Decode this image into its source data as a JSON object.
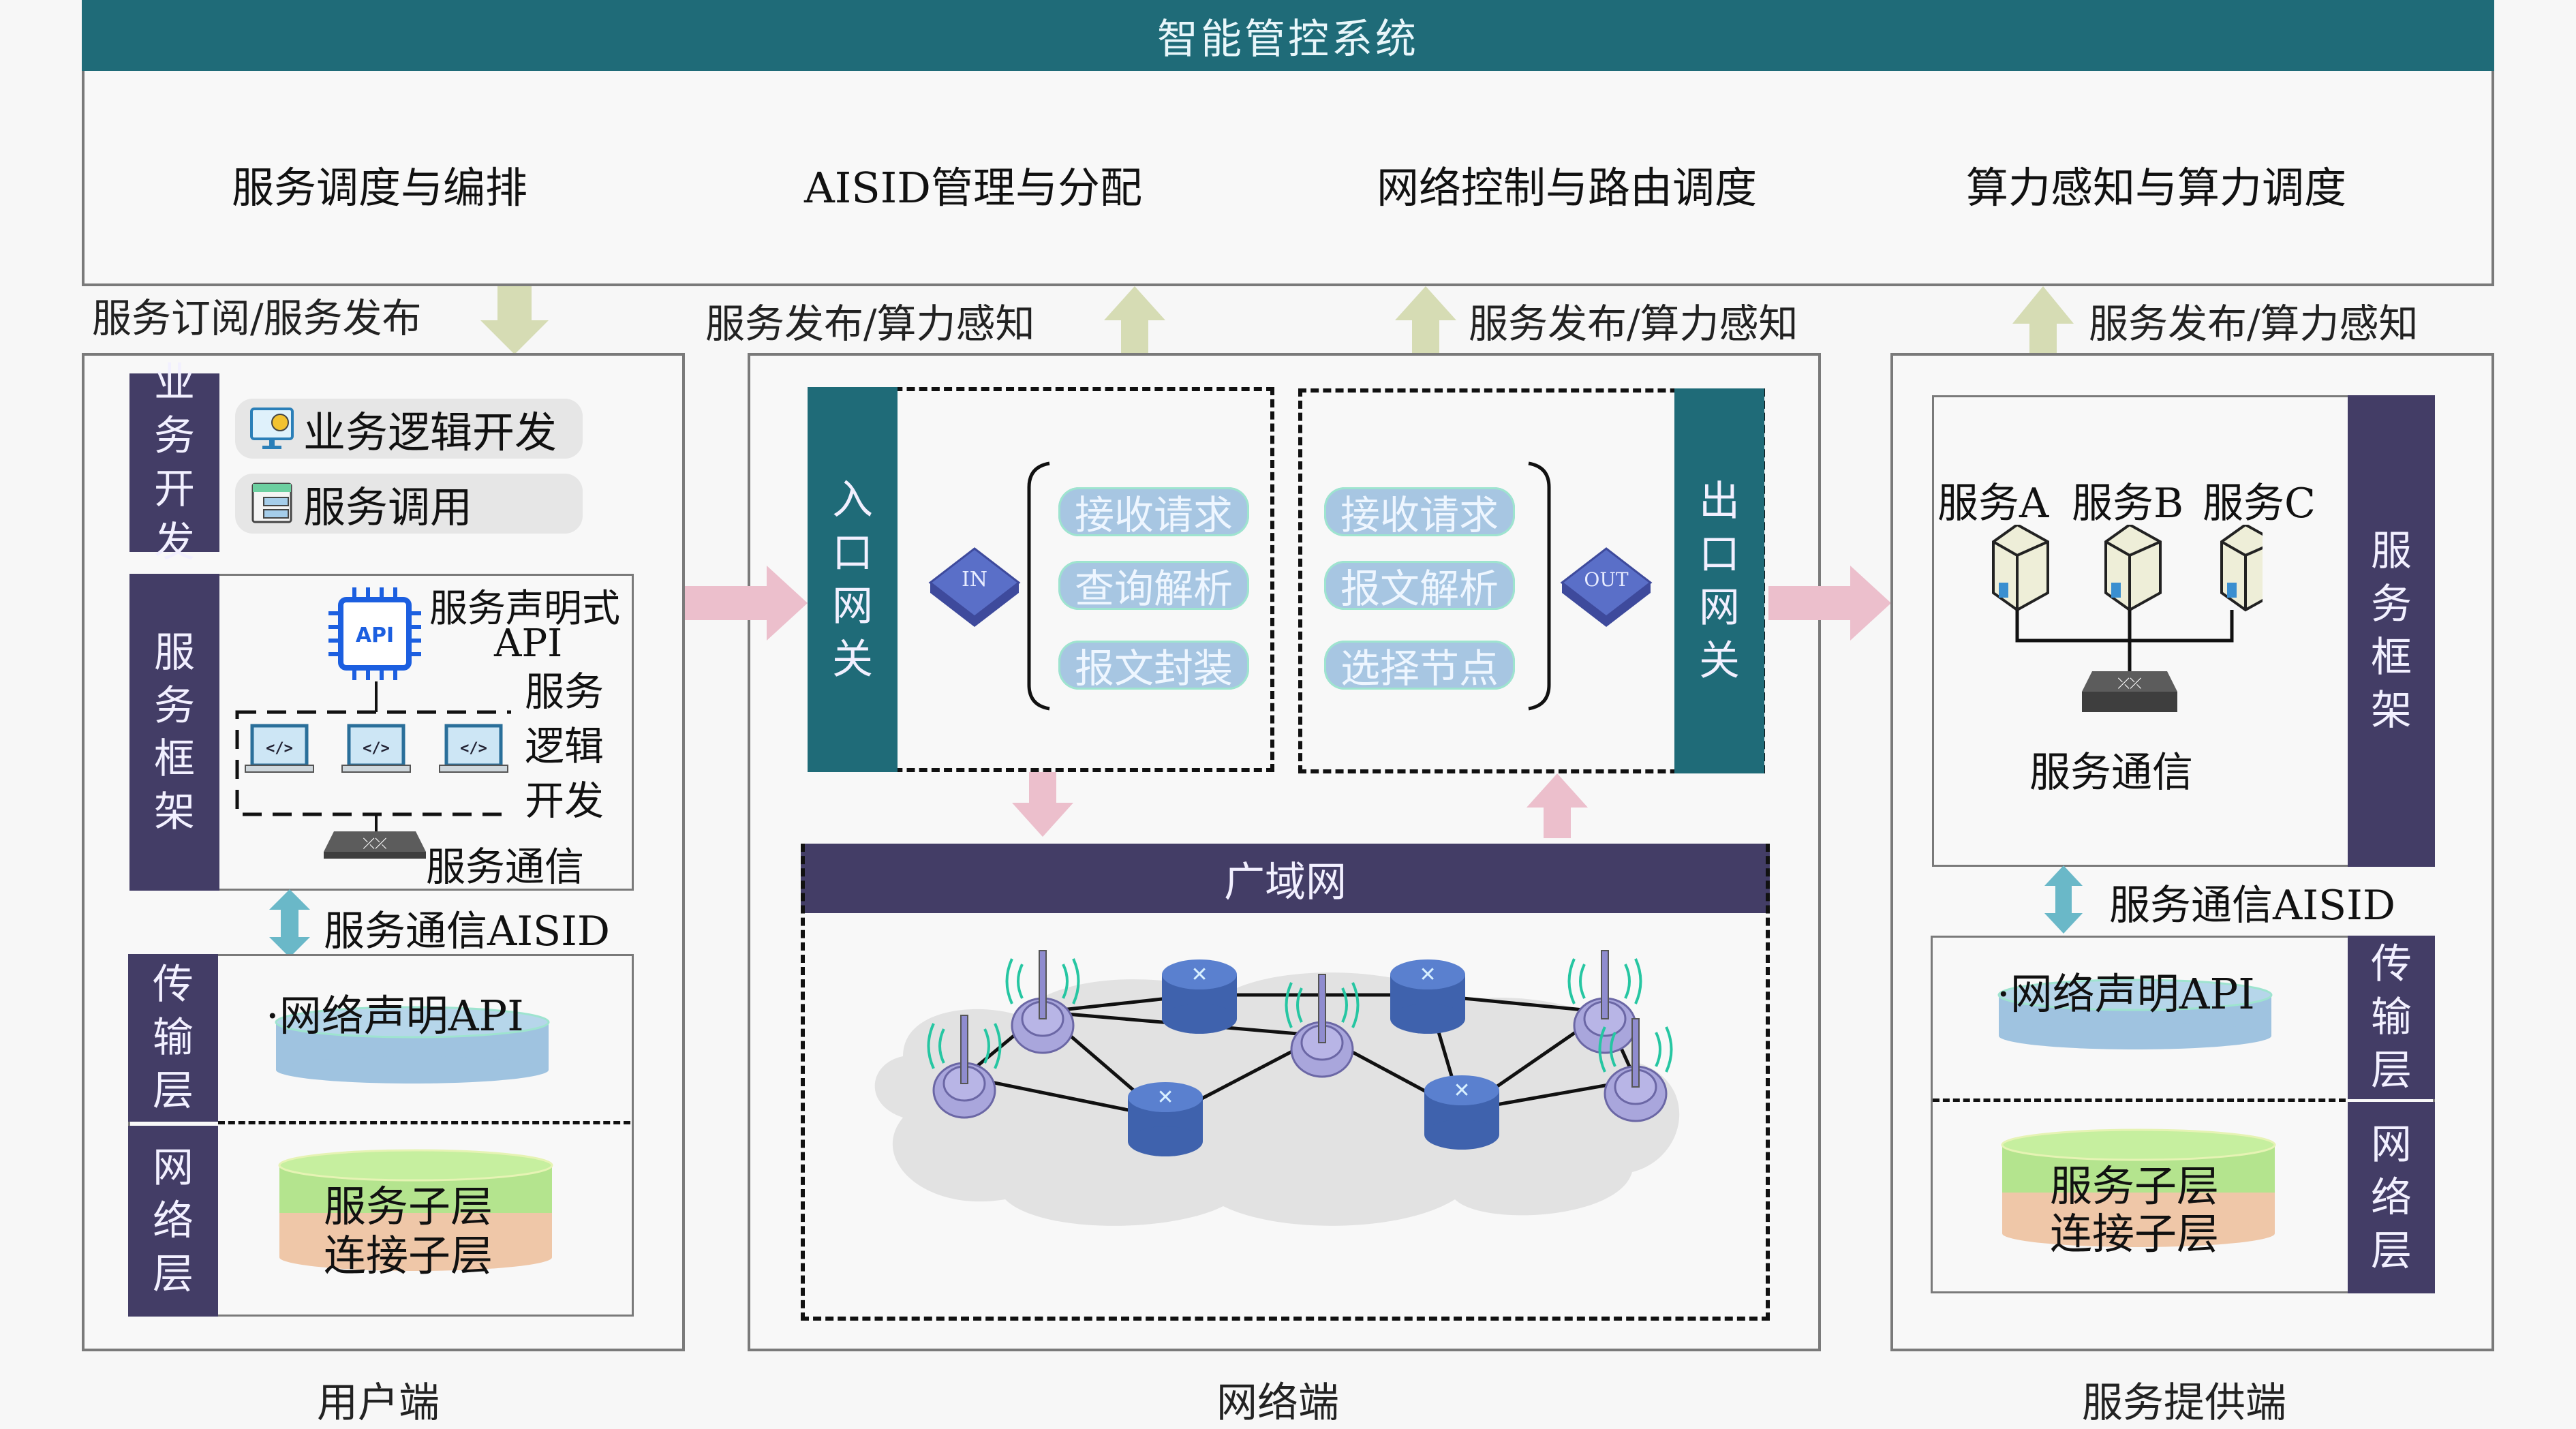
{
  "header": {
    "title": "智能管控系统"
  },
  "functions": [
    "服务调度与编排",
    "AISID管理与分配",
    "网络控制与路由调度",
    "算力感知与算力调度"
  ],
  "flows": {
    "user": "服务订阅/服务发布",
    "net_left": "服务发布/算力感知",
    "net_right": "服务发布/算力感知",
    "provider": "服务发布/算力感知"
  },
  "user_side": {
    "caption": "用户端",
    "biz_dev": {
      "label": [
        "业",
        "务",
        "开",
        "发"
      ],
      "items": [
        "业务逻辑开发",
        "服务调用"
      ]
    },
    "framework": {
      "label": [
        "服",
        "务",
        "框",
        "架"
      ],
      "api_chip": "API",
      "api_text": [
        "服务声明式",
        "API"
      ],
      "logic_text": [
        "服务",
        "逻辑",
        "开发"
      ],
      "comm_text": "服务通信",
      "code_glyph": "</>"
    },
    "aisid_link": "服务通信AISID",
    "transport": {
      "label": [
        "传",
        "输",
        "层"
      ],
      "item": "·网络声明API"
    },
    "network": {
      "label": [
        "网",
        "络",
        "层"
      ],
      "sub_service": "服务子层",
      "sub_connect": "连接子层"
    }
  },
  "network_side": {
    "caption": "网络端",
    "ingress": {
      "label": [
        "入",
        "口",
        "网",
        "关"
      ],
      "badge": "IN",
      "steps": [
        "接收请求",
        "查询解析",
        "报文封装"
      ]
    },
    "egress": {
      "label": [
        "出",
        "口",
        "网",
        "关"
      ],
      "badge": "OUT",
      "steps": [
        "接收请求",
        "报文解析",
        "选择节点"
      ]
    },
    "wan": {
      "title": "广域网"
    }
  },
  "provider_side": {
    "caption": "服务提供端",
    "framework": {
      "label": [
        "服",
        "务",
        "框",
        "架"
      ],
      "services": [
        "服务A",
        "服务B",
        "服务C"
      ],
      "comm_text": "服务通信"
    },
    "aisid_link": "服务通信AISID",
    "transport": {
      "label": [
        "传",
        "输",
        "层"
      ],
      "item": "·网络声明API"
    },
    "network": {
      "label": [
        "网",
        "络",
        "层"
      ],
      "sub_service": "服务子层",
      "sub_connect": "连接子层"
    }
  },
  "colors": {
    "teal": "#1f6b78",
    "indigo": "#433d66",
    "olive_arrow": "#d6dcb4",
    "pink_arrow": "#ecbfcc",
    "aqua_arrow": "#6ab8c8",
    "step_fill": "#a7c6e2",
    "router_blue": "#4a6fc0",
    "antenna_purple": "#a9a6dc"
  }
}
